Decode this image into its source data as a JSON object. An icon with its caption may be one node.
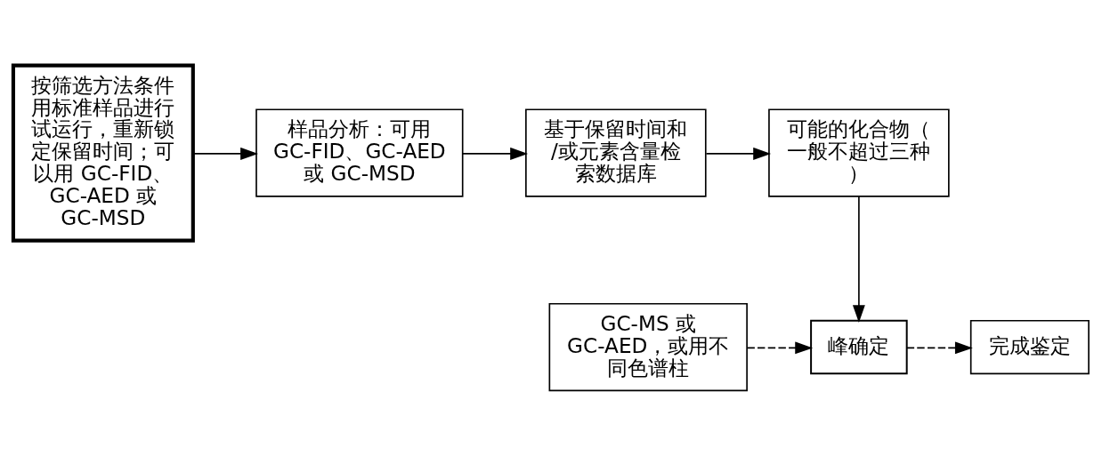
{
  "diagram": {
    "nodes": [
      {
        "text": [
          "按筛选方法条件用标准样品进行试运行，重新锁定保留时间；可以用 GC-FID、GC-AED 或 GC-MSD"
        ]
      },
      {
        "text": [
          "样品分析：可用 GC-FID、GC-AED 或 GC-MSD"
        ]
      },
      {
        "text": [
          "基于保留时间和/或元素含量检索数据库"
        ]
      },
      {
        "text": [
          "可能的化合物（一般不超过三种）"
        ]
      },
      {
        "text": [
          "峰确定"
        ]
      },
      {
        "text": [
          "完成鉴定"
        ]
      },
      {
        "text": [
          "GC-MS 或 GC-AED，或用不同色谱柱"
        ]
      }
    ],
    "edges": [
      {
        "from": 0,
        "to": 1,
        "arrow": "to"
      },
      {
        "from": 1,
        "to": 2,
        "arrow": "to"
      },
      {
        "from": 2,
        "to": 3,
        "arrow": "to"
      },
      {
        "from": 3,
        "to": 4,
        "arrow": "to"
      },
      {
        "from": 6,
        "to": 4,
        "arrow": "to",
        "style": "dashed"
      },
      {
        "from": 4,
        "to": 5,
        "arrow": "to",
        "style": "dashed"
      }
    ]
  }
}
